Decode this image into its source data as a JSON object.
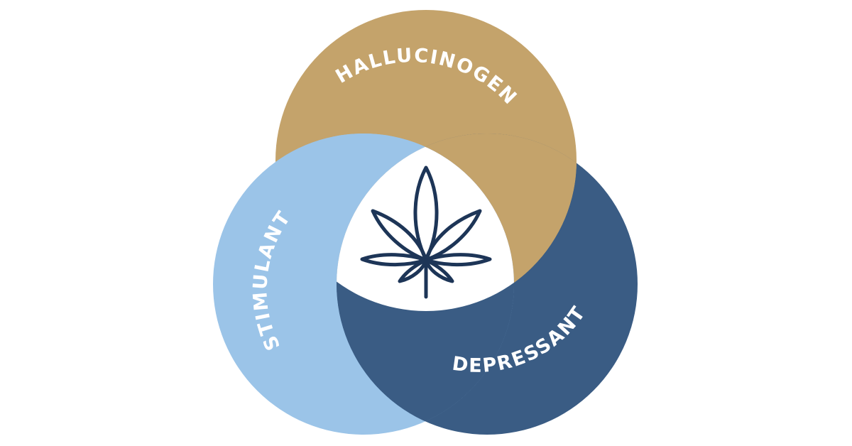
{
  "diagram": {
    "type": "venn",
    "sets": [
      {
        "id": "hallucinogen",
        "label": "HALLUCINOGEN",
        "color": "#c4a36b"
      },
      {
        "id": "stimulant",
        "label": "STIMULANT",
        "color": "#9bc4e8"
      },
      {
        "id": "depressant",
        "label": "DEPRESSANT",
        "color": "#3a5c84"
      }
    ],
    "center": {
      "icon": "cannabis-leaf-icon",
      "icon_color": "#1d3557",
      "background": "#ffffff"
    }
  }
}
